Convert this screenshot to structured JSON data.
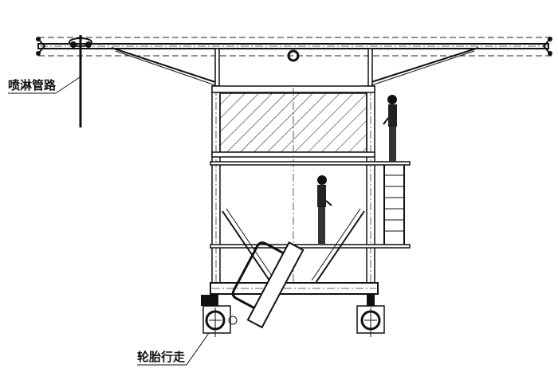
{
  "drawing": {
    "type": "engineering elevation drawing",
    "subject": "tire-travelling spray curing gantry"
  },
  "labels": {
    "spray_pipe": "喷淋管路",
    "tire_travel": "轮胎行走"
  },
  "colors": {
    "line": "#111111",
    "background": "#ffffff"
  }
}
